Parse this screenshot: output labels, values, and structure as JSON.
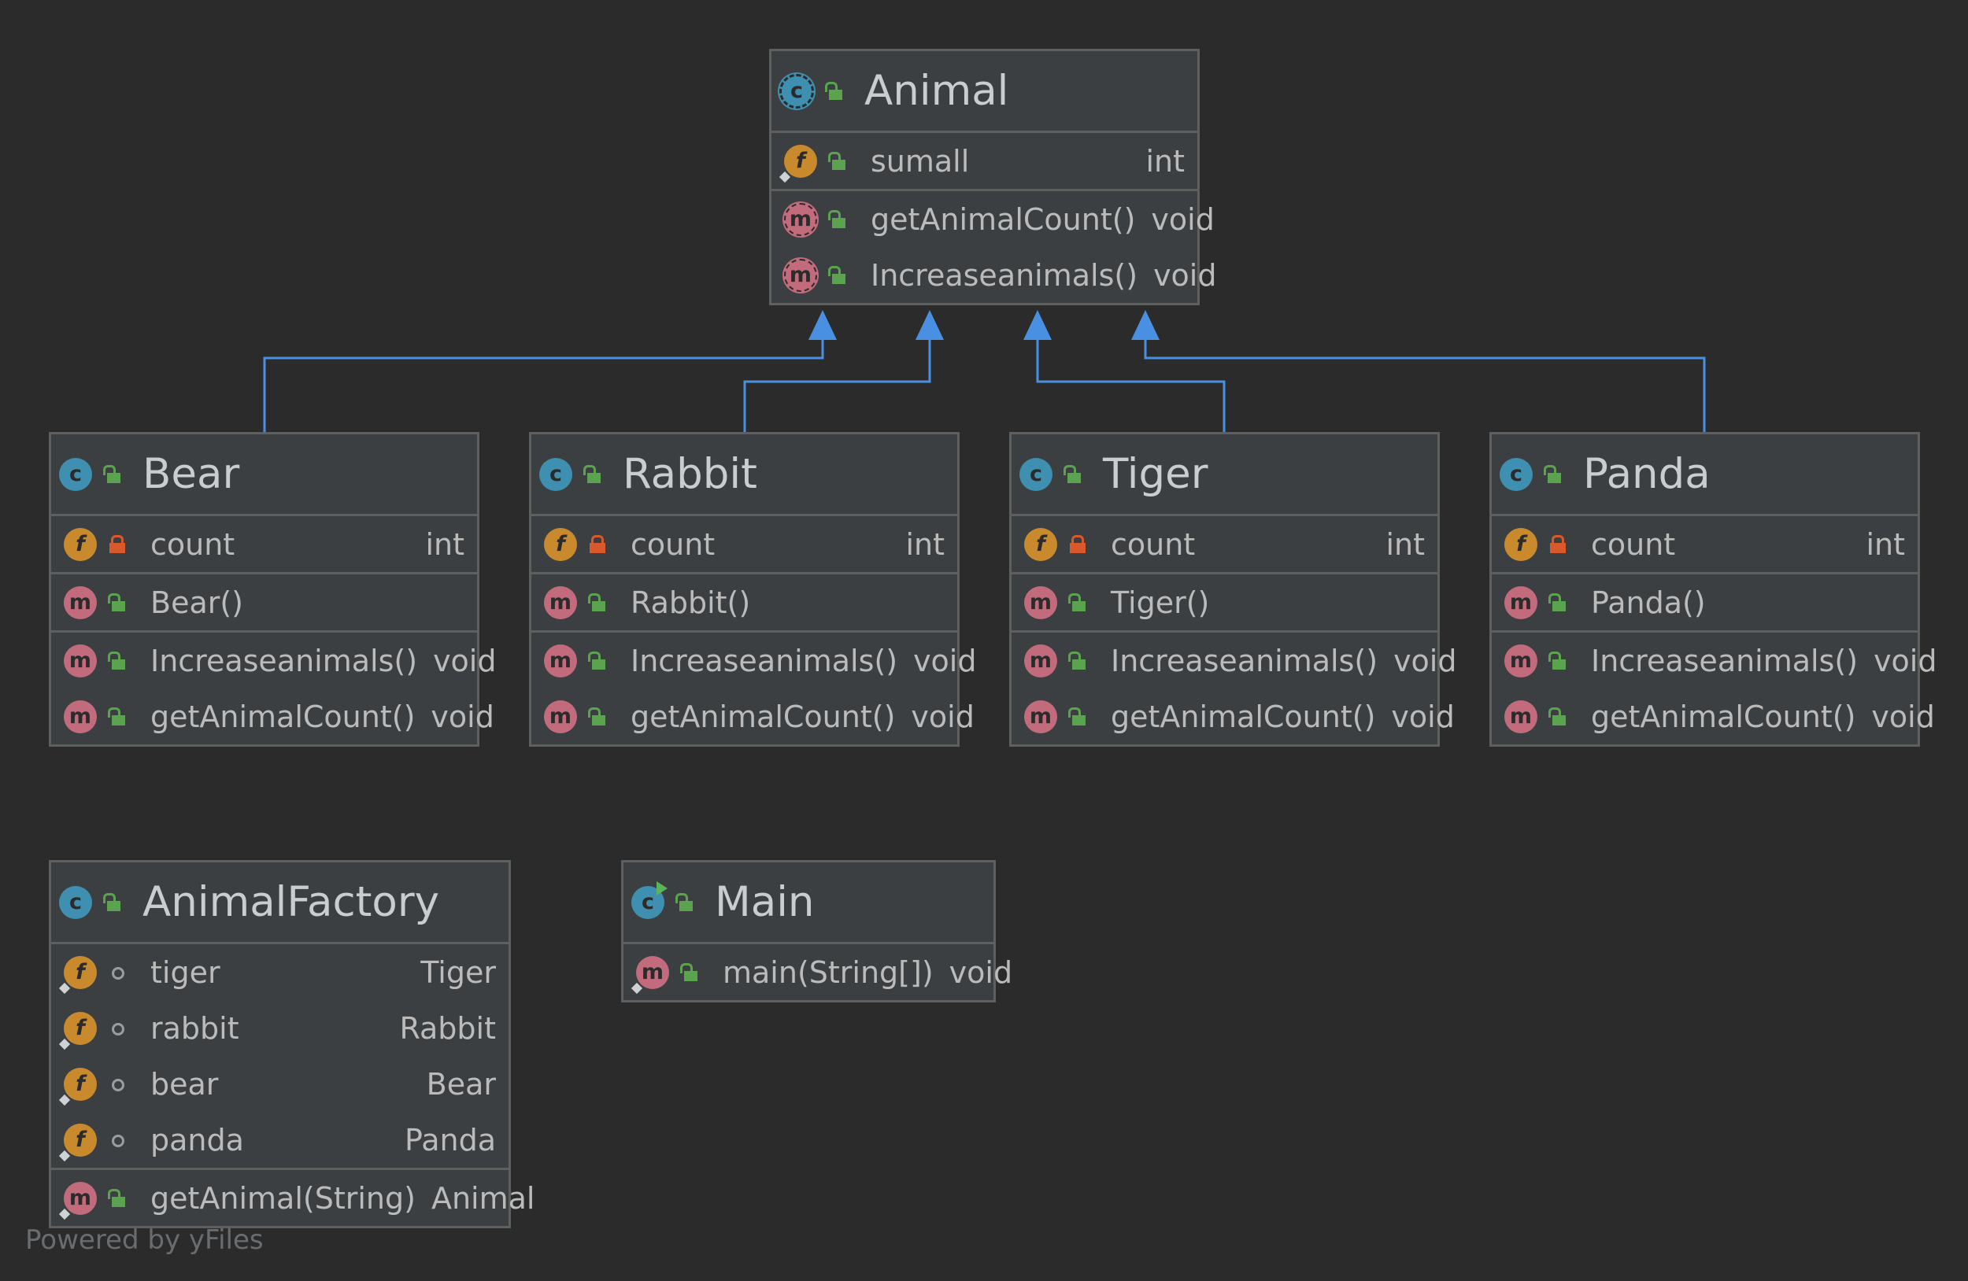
{
  "diagram": {
    "classes": [
      {
        "id": "animal",
        "name": "Animal",
        "kind": "abstract-class",
        "fields": [
          {
            "name": "sumall",
            "type": "int",
            "visibility": "public",
            "static": true
          }
        ],
        "method_groups": [
          [
            {
              "name": "getAnimalCount()",
              "type": "void",
              "visibility": "public",
              "abstract": true
            },
            {
              "name": "Increaseanimals()",
              "type": "void",
              "visibility": "public",
              "abstract": true
            }
          ]
        ]
      },
      {
        "id": "bear",
        "name": "Bear",
        "kind": "class",
        "fields": [
          {
            "name": "count",
            "type": "int",
            "visibility": "private"
          }
        ],
        "method_groups": [
          [
            {
              "name": "Bear()",
              "type": "",
              "visibility": "public"
            }
          ],
          [
            {
              "name": "Increaseanimals()",
              "type": "void",
              "visibility": "public"
            },
            {
              "name": "getAnimalCount()",
              "type": "void",
              "visibility": "public"
            }
          ]
        ]
      },
      {
        "id": "rabbit",
        "name": "Rabbit",
        "kind": "class",
        "fields": [
          {
            "name": "count",
            "type": "int",
            "visibility": "private"
          }
        ],
        "method_groups": [
          [
            {
              "name": "Rabbit()",
              "type": "",
              "visibility": "public"
            }
          ],
          [
            {
              "name": "Increaseanimals()",
              "type": "void",
              "visibility": "public"
            },
            {
              "name": "getAnimalCount()",
              "type": "void",
              "visibility": "public"
            }
          ]
        ]
      },
      {
        "id": "tiger",
        "name": "Tiger",
        "kind": "class",
        "fields": [
          {
            "name": "count",
            "type": "int",
            "visibility": "private"
          }
        ],
        "method_groups": [
          [
            {
              "name": "Tiger()",
              "type": "",
              "visibility": "public"
            }
          ],
          [
            {
              "name": "Increaseanimals()",
              "type": "void",
              "visibility": "public"
            },
            {
              "name": "getAnimalCount()",
              "type": "void",
              "visibility": "public"
            }
          ]
        ]
      },
      {
        "id": "panda",
        "name": "Panda",
        "kind": "class",
        "fields": [
          {
            "name": "count",
            "type": "int",
            "visibility": "private"
          }
        ],
        "method_groups": [
          [
            {
              "name": "Panda()",
              "type": "",
              "visibility": "public"
            }
          ],
          [
            {
              "name": "Increaseanimals()",
              "type": "void",
              "visibility": "public"
            },
            {
              "name": "getAnimalCount()",
              "type": "void",
              "visibility": "public"
            }
          ]
        ]
      },
      {
        "id": "animal-factory",
        "name": "AnimalFactory",
        "kind": "class",
        "fields": [
          {
            "name": "tiger",
            "type": "Tiger",
            "visibility": "package",
            "static": true
          },
          {
            "name": "rabbit",
            "type": "Rabbit",
            "visibility": "package",
            "static": true
          },
          {
            "name": "bear",
            "type": "Bear",
            "visibility": "package",
            "static": true
          },
          {
            "name": "panda",
            "type": "Panda",
            "visibility": "package",
            "static": true
          }
        ],
        "method_groups": [
          [
            {
              "name": "getAnimal(String)",
              "type": "Animal",
              "visibility": "public",
              "static": true
            }
          ]
        ]
      },
      {
        "id": "main",
        "name": "Main",
        "kind": "runnable-class",
        "fields": [],
        "method_groups": [
          [
            {
              "name": "main(String[])",
              "type": "void",
              "visibility": "public",
              "static": true
            }
          ]
        ]
      }
    ],
    "inheritance": [
      {
        "from": "bear",
        "to": "animal"
      },
      {
        "from": "rabbit",
        "to": "animal"
      },
      {
        "from": "tiger",
        "to": "animal"
      },
      {
        "from": "panda",
        "to": "animal"
      }
    ],
    "edge_color": "#4a90e2"
  },
  "watermark": "Powered by yFiles"
}
